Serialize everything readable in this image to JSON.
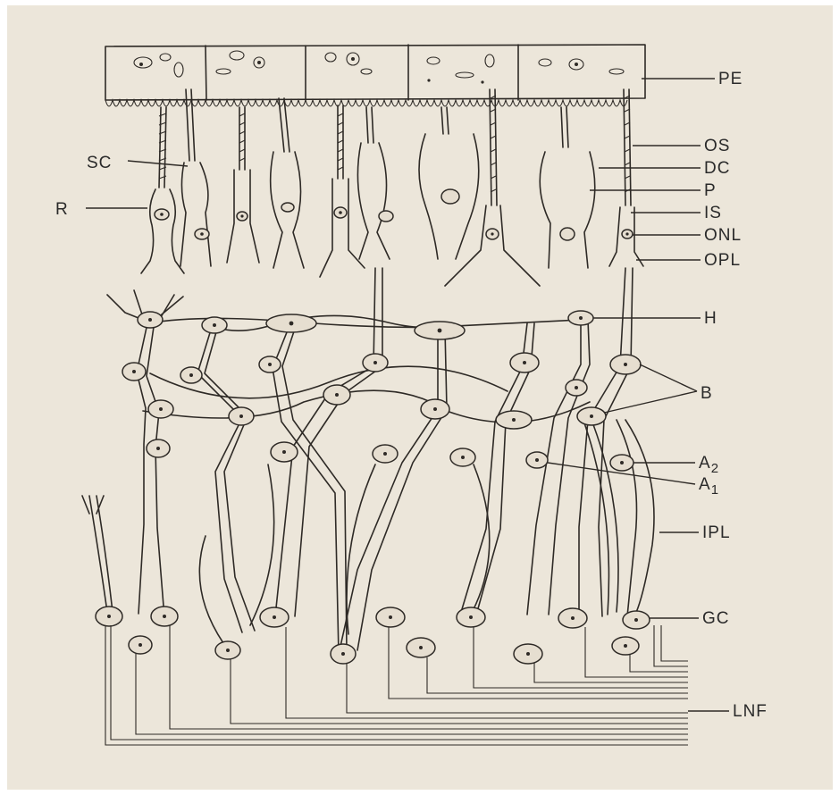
{
  "labels": {
    "pe": "PE",
    "os": "OS",
    "dc": "DC",
    "p": "P",
    "is": "IS",
    "onl": "ONL",
    "opl": "OPL",
    "h": "H",
    "b": "B",
    "a2": "A",
    "a2_sub": "2",
    "a1": "A",
    "a1_sub": "1",
    "ipl": "IPL",
    "gc": "GC",
    "lnf": "LNF",
    "sc": "SC",
    "r": "R"
  },
  "colors": {
    "paper": "#ece6da",
    "ink": "#2e2a26",
    "background": "#ffffff"
  }
}
